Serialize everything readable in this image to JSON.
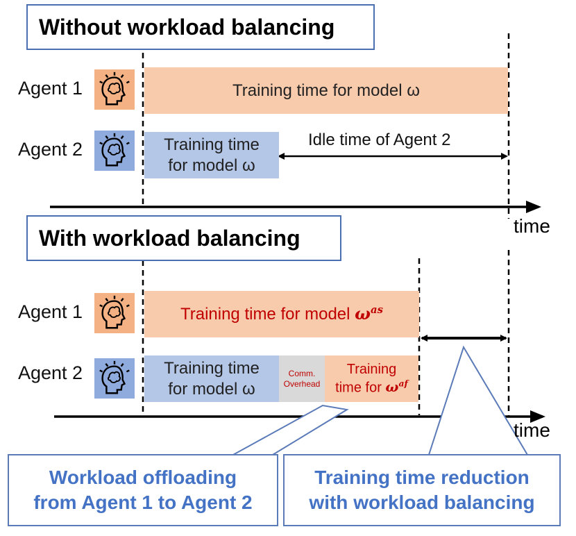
{
  "sections": {
    "without": {
      "title": "Without workload balancing"
    },
    "with": {
      "title": "With workload balancing"
    }
  },
  "agents": {
    "agent1": "Agent 1",
    "agent2": "Agent 2"
  },
  "without_bars": {
    "agent1_text": "Training time for model ω",
    "agent2_line1": "Training time",
    "agent2_line2": "for model ω",
    "idle_text": "Idle time of Agent 2"
  },
  "with_bars": {
    "agent1_text": "Training time for model",
    "agent1_symbol": "ω",
    "agent1_sup": "as",
    "agent2_line1": "Training time",
    "agent2_line2": "for model ω",
    "comm_line1": "Comm.",
    "comm_line2": "Overhead",
    "offload_line1": "Training",
    "offload_line2": "time for",
    "offload_symbol": "ω",
    "offload_sup": "af"
  },
  "axis": {
    "time_label": "time"
  },
  "callouts": {
    "left_line1": "Workload offloading",
    "left_line2": "from Agent 1 to Agent 2",
    "right_line1": "Training time reduction",
    "right_line2": "with workload balancing"
  },
  "colors": {
    "agent1_icon": "#f4b183",
    "agent2_icon": "#8faadc",
    "orange_bar": "#f8cbad",
    "blue_bar": "#b4c7e7",
    "callout_text": "#4472c4",
    "highlight_red": "#c00000"
  },
  "icons": {
    "agent_icon": "brain-head-icon"
  }
}
